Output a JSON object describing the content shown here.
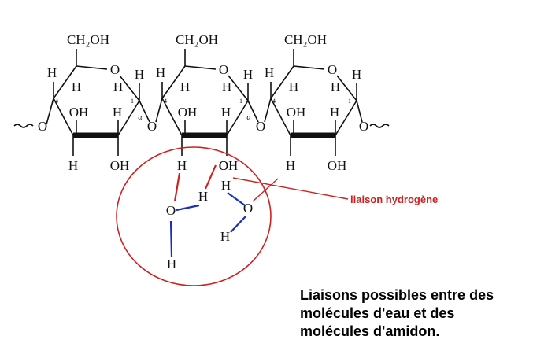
{
  "atoms": {
    "ch2oh": "CH₂OH",
    "oh": "OH",
    "h": "H",
    "o": "O",
    "c1": "1",
    "c4": "4",
    "alpha": "α"
  },
  "annotation": {
    "hydrogen_bond_label": "liaison hydrogène"
  },
  "caption": {
    "line1": "Liaisons possibles entre des",
    "line2": "molécules d'eau et des",
    "line3": "molécules d'amidon."
  },
  "colors": {
    "hydrogen_bond": "#cc2222",
    "covalent_bond": "#1a2fbf",
    "circle": "#cc2222"
  }
}
